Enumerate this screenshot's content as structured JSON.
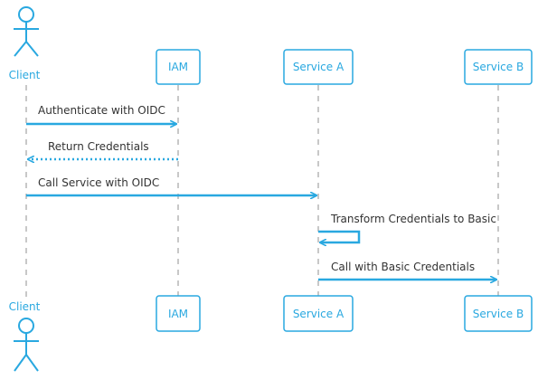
{
  "colors": {
    "accent": "#29a8e0",
    "lifeline": "#c8c8c8",
    "text": "#333333",
    "box_fill": "#ffffff"
  },
  "participants": {
    "client": "Client",
    "iam": "IAM",
    "service_a": "Service A",
    "service_b": "Service B"
  },
  "messages": {
    "authenticate": "Authenticate with OIDC",
    "return_credentials": "Return Credentials",
    "call_service": "Call Service with OIDC",
    "transform": "Transform Credentials to Basic",
    "call_basic": "Call with Basic Credentials"
  }
}
